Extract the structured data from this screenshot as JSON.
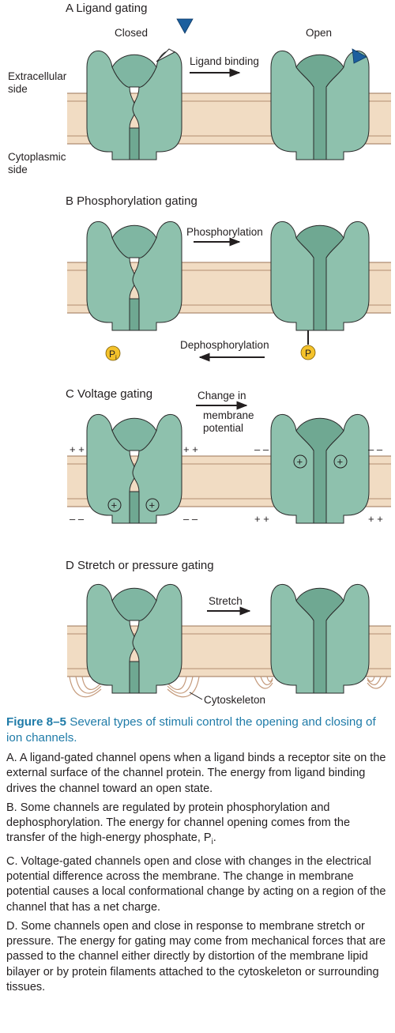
{
  "panels": {
    "a": {
      "title": "A  Ligand gating",
      "closed": "Closed",
      "open": "Open",
      "arrow": "Ligand binding",
      "extracellular": [
        "Extracellular",
        "side"
      ],
      "cytoplasmic": [
        "Cytoplasmic",
        "side"
      ]
    },
    "b": {
      "title": "B  Phosphorylation gating",
      "forward": "Phosphorylation",
      "reverse": "Dephosphorylation",
      "pi_letter": "P",
      "pi_sub": "i",
      "p_letter": "P"
    },
    "c": {
      "title": "C  Voltage gating",
      "arrow": [
        "Change in",
        "membrane",
        "potential"
      ],
      "plus": "+ +",
      "minus": "– –",
      "charge": "+"
    },
    "d": {
      "title": "D  Stretch or pressure gating",
      "arrow": "Stretch",
      "cytoskeleton": "Cytoskeleton"
    }
  },
  "colors": {
    "protein": "#8ec1ad",
    "protein_dark": "#6fa892",
    "membrane": "#f1dcc3",
    "membrane_line": "#9c7457",
    "ligand": "#1c5f9e",
    "phosphate": "#f4c22b",
    "caption_blue": "#1f7ba8",
    "cytoskeleton": "#c59b7c"
  },
  "caption": {
    "figure_label": "Figure 8–5",
    "headline": "Several types of stimuli control the opening and closing of ion channels.",
    "a": "A. A ligand-gated channel opens when a ligand binds a receptor site on the external surface of the channel protein. The energy from ligand binding drives the channel toward an open state.",
    "b": "B. Some channels are regulated by protein phosphorylation and dephosphorylation. The energy for channel opening comes from the transfer of the high-energy phosphate, P",
    "b_sub": "i",
    "b_end": ".",
    "c": "C. Voltage-gated channels open and close with changes in the electrical potential difference across the membrane. The change in membrane potential causes a local conformational change by acting on a region of the channel that has a net charge.",
    "d": "D. Some channels open and close in response to membrane stretch or pressure. The energy for gating may come from mechanical forces that are passed to the channel either directly by distortion of the membrane lipid bilayer or by protein filaments attached to the cytoskeleton or surrounding tissues."
  }
}
